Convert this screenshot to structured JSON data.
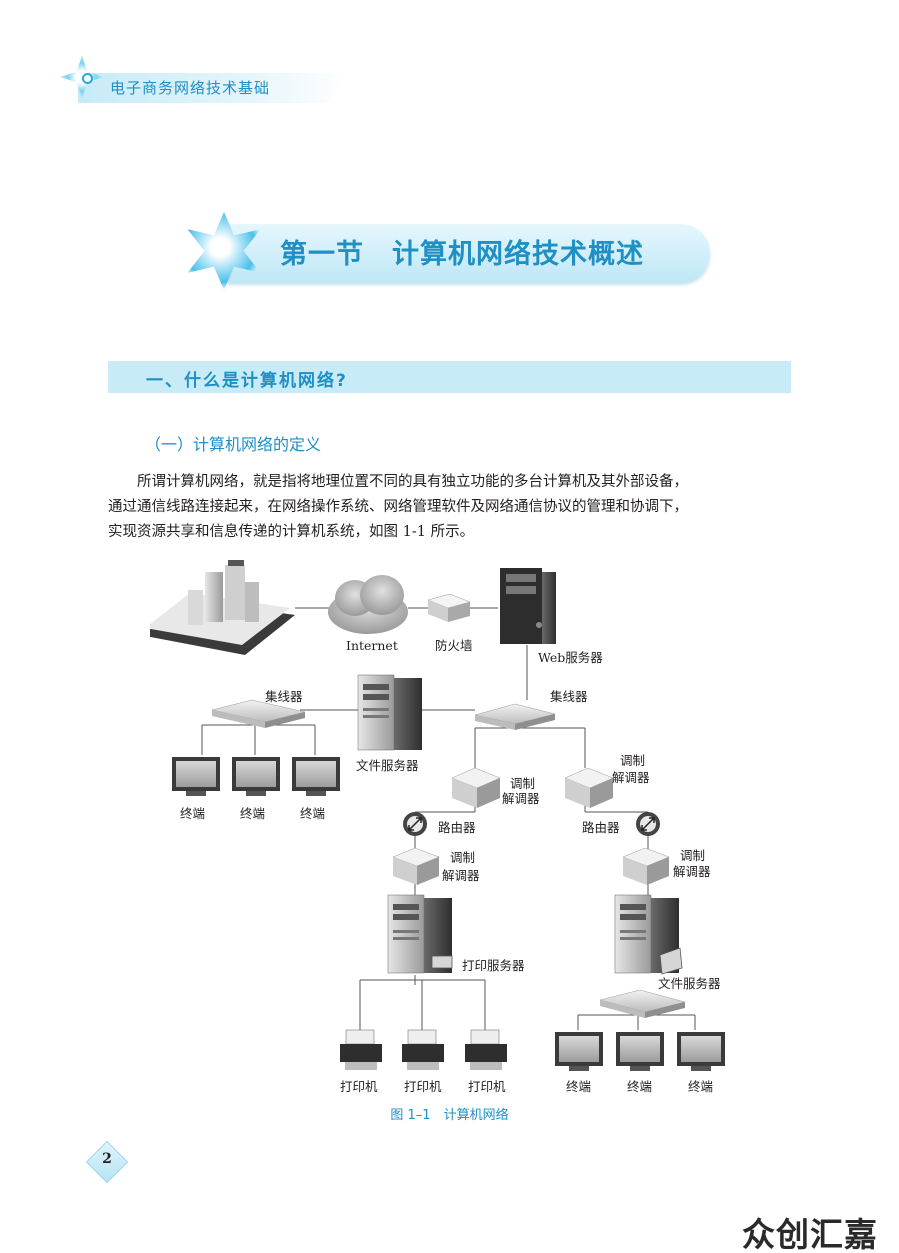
{
  "running_header": {
    "title": "电子商务网络技术基础"
  },
  "section": {
    "title": "第一节　计算机网络技术概述"
  },
  "heading1": "一、什么是计算机网络?",
  "heading2": "（一）计算机网络的定义",
  "paragraph": [
    "所谓计算机网络，就是指将地理位置不同的具有独立功能的多台计算机及其外部设备，",
    "通过通信线路连接起来，在网络操作系统、网络管理软件及网络通信协议的管理和协调下，",
    "实现资源共享和信息传递的计算机系统，如图 1-1 所示。"
  ],
  "diagram": {
    "internet": "Internet",
    "firewall": "防火墙",
    "web_server": "Web服务器",
    "hub_left": "集线器",
    "hub_right": "集线器",
    "file_server_top": "文件服务器",
    "terminals_left": [
      "终端",
      "终端",
      "终端"
    ],
    "modem_mid_line1": "调制",
    "modem_mid_line2": "解调器",
    "modem_right_line1": "调制",
    "modem_right_line2": "解调器",
    "router_left": "路由器",
    "router_right": "路由器",
    "modem_low_left_line1": "调制",
    "modem_low_left_line2": "解调器",
    "modem_low_right_line1": "调制",
    "modem_low_right_line2": "解调器",
    "print_server": "打印服务器",
    "file_server_bottom": "文件服务器",
    "printers": [
      "打印机",
      "打印机",
      "打印机"
    ],
    "terminals_right": [
      "终端",
      "终端",
      "终端"
    ]
  },
  "caption": "图 1–1　计算机网络",
  "page_number": "2",
  "watermark": "众创汇嘉",
  "colors": {
    "accent": "#1f8fc4",
    "light_blue": "#c8ebf8"
  }
}
